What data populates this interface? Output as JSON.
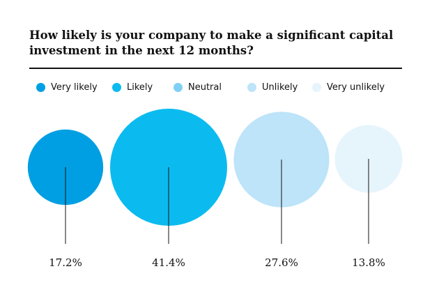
{
  "chart_data": {
    "type": "bubble",
    "title": "How likely is your company to make a significant capital investment in the next 12 months?",
    "legend": [
      {
        "label": "Very likely",
        "color": "#009fe3"
      },
      {
        "label": "Likely",
        "color": "#0bbbef"
      },
      {
        "label": "Neutral",
        "color": "#7fd0f4"
      },
      {
        "label": "Unlikely",
        "color": "#bde4f8"
      },
      {
        "label": "Very unlikely",
        "color": "#e6f4fc"
      }
    ],
    "series": [
      {
        "name": "Very likely",
        "value": 17.2,
        "label": "17.2%",
        "color": "#009fe3"
      },
      {
        "name": "Likely",
        "value": 41.4,
        "label": "41.4%",
        "color": "#0bbbef"
      },
      {
        "name": "Unlikely",
        "value": 27.6,
        "label": "27.6%",
        "color": "#bde4f8"
      },
      {
        "name": "Very unlikely",
        "value": 13.8,
        "label": "13.8%",
        "color": "#e6f4fc"
      }
    ],
    "legend_position": "top"
  }
}
